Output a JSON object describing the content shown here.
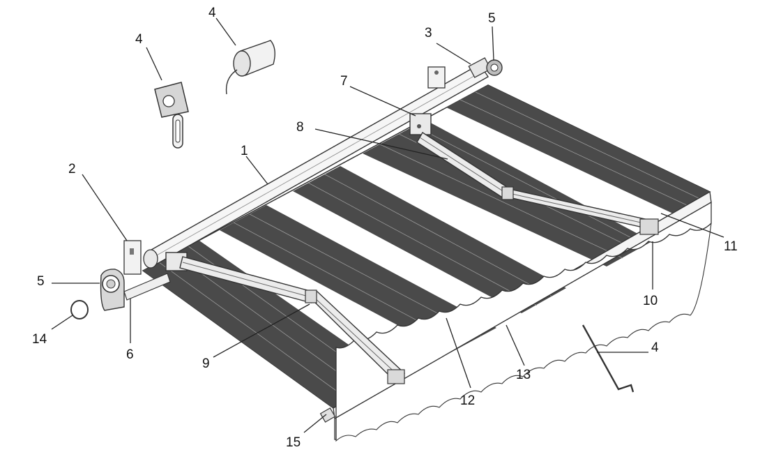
{
  "colors": {
    "ink": "#222222",
    "fabric_dark": "#4a4a4a",
    "fabric_light": "#ffffff",
    "metal": "#f4f4f4",
    "hardware": "#cfcfcf"
  },
  "icons": [
    "crank-gearbox-icon",
    "motor-icon",
    "crank-handle-icon",
    "end-cap-icon",
    "ring-icon"
  ],
  "labels": {
    "l1": "1",
    "l2": "2",
    "l3": "3",
    "l4a": "4",
    "l4b": "4",
    "l4c": "4",
    "l5a": "5",
    "l5b": "5",
    "l6": "6",
    "l7": "7",
    "l8": "8",
    "l9": "9",
    "l10": "10",
    "l11": "11",
    "l12": "12",
    "l13": "13",
    "l14": "14",
    "l15": "15"
  }
}
